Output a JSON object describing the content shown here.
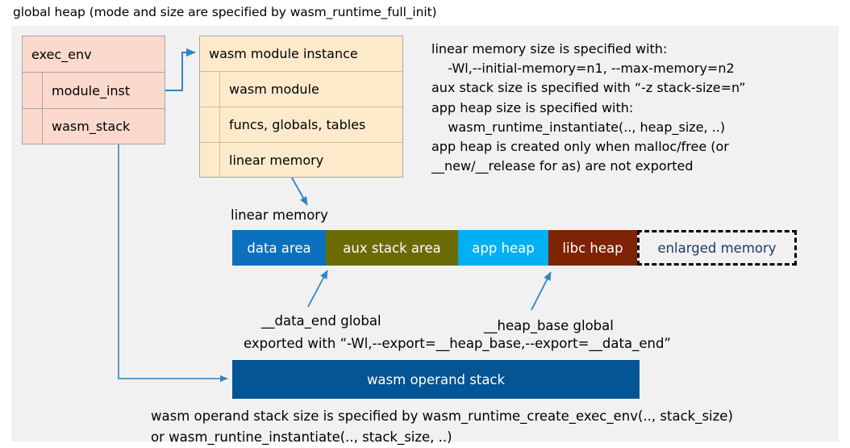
{
  "title": "global heap (mode and size are specified by wasm_runtime_full_init)",
  "colors": {
    "panel_background": "#f1f1f1",
    "exec_env_fill": "#fbd9cc",
    "module_instance_fill": "#fdeacb",
    "data_area": "#0b70bd",
    "aux_stack_area": "#6b6b06",
    "app_heap": "#00b0f0",
    "libc_heap": "#7e2304",
    "enlarged_memory_text": "#1f3864",
    "operand_stack": "#055493",
    "connector": "#2e86c8"
  },
  "exec_env": {
    "title": "exec_env",
    "rows": [
      {
        "label": "module_inst"
      },
      {
        "label": "wasm_stack"
      }
    ]
  },
  "module_instance": {
    "title": "wasm module instance",
    "rows": [
      {
        "label": "wasm module"
      },
      {
        "label": "funcs, globals, tables"
      },
      {
        "label": "linear memory"
      }
    ]
  },
  "notes": {
    "linear_memory": "linear memory size is specified with:\n    -Wl,--initial-memory=n1, --max-memory=n2\naux stack size is specified with “-z stack-size=n”\napp heap size is specified with:\n    wasm_runtime_instantiate(.., heap_size, ..)\napp heap is created only when malloc/free (or\n__new/__release for as) are not exported",
    "operand_stack": "wasm operand stack size is specified by wasm_runtime_create_exec_env(.., stack_size)\nor wasm_runtine_instantiate(.., stack_size, ..)"
  },
  "linear_memory": {
    "label": "linear memory",
    "segments": [
      {
        "label": "data area",
        "color": "#0b70bd",
        "text_color": "#ffffff",
        "dashed": false
      },
      {
        "label": "aux stack area",
        "color": "#6b6b06",
        "text_color": "#ffffff",
        "dashed": false
      },
      {
        "label": "app heap",
        "color": "#00b0f0",
        "text_color": "#ffffff",
        "dashed": false
      },
      {
        "label": "libc heap",
        "color": "#7e2304",
        "text_color": "#ffffff",
        "dashed": false
      },
      {
        "label": "enlarged memory",
        "color": "#f1f1f1",
        "text_color": "#1f3864",
        "dashed": true
      }
    ]
  },
  "annotations": {
    "data_end": "__data_end global",
    "heap_base": "__heap_base global",
    "exported_with": "exported with “-Wl,--export=__heap_base,--export=__data_end”"
  },
  "operand_stack": {
    "label": "wasm operand stack"
  }
}
